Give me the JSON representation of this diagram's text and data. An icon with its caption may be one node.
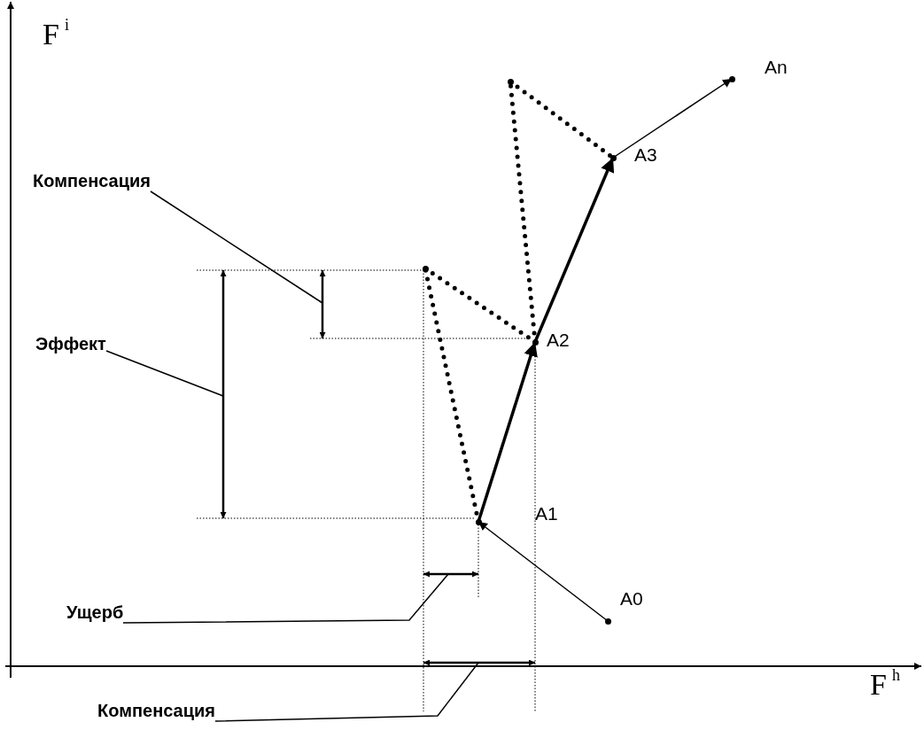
{
  "diagram": {
    "nodes": [
      {
        "text": [],
        "shape": "point",
        "beside": [
          "A0"
        ]
      },
      {
        "text": [],
        "shape": "point",
        "beside": [
          "A1"
        ]
      },
      {
        "text": [],
        "shape": "point",
        "beside": [
          "A2"
        ]
      },
      {
        "text": [],
        "shape": "point",
        "beside": [
          "A3"
        ]
      },
      {
        "text": [],
        "shape": "point",
        "beside": [
          "An"
        ]
      },
      {
        "text": [],
        "shape": "point"
      },
      {
        "text": [],
        "shape": "point"
      },
      {
        "text": [
          "Компенсация"
        ]
      },
      {
        "text": [],
        "shape": "line"
      },
      {
        "text": [
          "Эффект"
        ]
      },
      {
        "text": [],
        "shape": "line"
      },
      {
        "text": [
          "Ущерб"
        ]
      },
      {
        "text": [],
        "shape": "line"
      },
      {
        "text": [
          "Компенсация"
        ]
      },
      {
        "text": [],
        "shape": "line"
      }
    ],
    "edges": [
      {
        "from": 0,
        "to": 1,
        "arrow": "to"
      },
      {
        "from": 1,
        "to": 2,
        "arrow": "to",
        "style": "thick"
      },
      {
        "from": 2,
        "to": 3,
        "arrow": "to",
        "style": "thick"
      },
      {
        "from": 3,
        "to": 4,
        "arrow": "to"
      },
      {
        "from": 1,
        "to": 5,
        "arrow": "none",
        "style": "dashed"
      },
      {
        "from": 5,
        "to": 2,
        "arrow": "none",
        "style": "dashed"
      },
      {
        "from": 2,
        "to": 6,
        "arrow": "none",
        "style": "dashed"
      },
      {
        "from": 6,
        "to": 3,
        "arrow": "none",
        "style": "dashed"
      },
      {
        "from": 7,
        "to": 8,
        "arrow": "none"
      },
      {
        "from": 9,
        "to": 10,
        "arrow": "none"
      },
      {
        "from": 11,
        "to": 12,
        "arrow": "none"
      },
      {
        "from": 13,
        "to": 14,
        "arrow": "none"
      }
    ],
    "labels": [
      "F$^{i}$",
      "F$^{h}$"
    ]
  }
}
